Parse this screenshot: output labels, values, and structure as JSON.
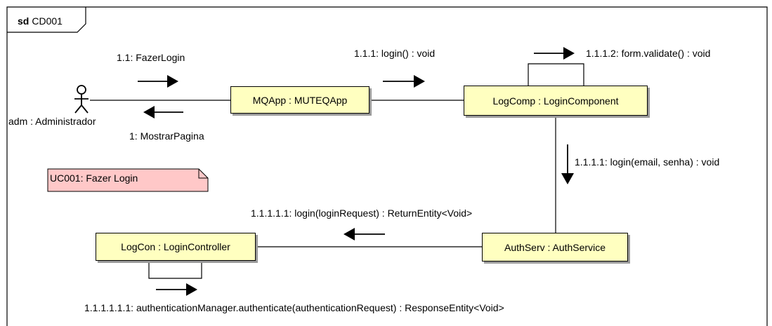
{
  "frame": {
    "keyword": "sd",
    "name": "CD001"
  },
  "actor": {
    "label": "adm : Administrador"
  },
  "lifelines": {
    "mqapp": "MQApp : MUTEQApp",
    "logcomp": "LogComp : LoginComponent",
    "authserv": "AuthServ : AuthService",
    "logcon": "LogCon : LoginController"
  },
  "note": {
    "text": "UC001: Fazer Login"
  },
  "messages": {
    "m1_1": "1.1: FazerLogin",
    "m1": "1: MostrarPagina",
    "m1_1_1": "1.1.1: login() : void",
    "m1_1_1_2": "1.1.1.2: form.validate() : void",
    "m1_1_1_1": "1.1.1.1: login(email, senha) : void",
    "m1_1_1_1_1": "1.1.1.1.1: login(loginRequest) : ReturnEntity<Void>",
    "m1_1_1_1_1_1": "1.1.1.1.1.1: authenticationManager.authenticate(authenticationRequest) : ResponseEntity<Void>"
  },
  "colors": {
    "lifeline_fill": "#ffffc0",
    "note_fill": "#ffc8c8",
    "frame_line": "#000000"
  }
}
